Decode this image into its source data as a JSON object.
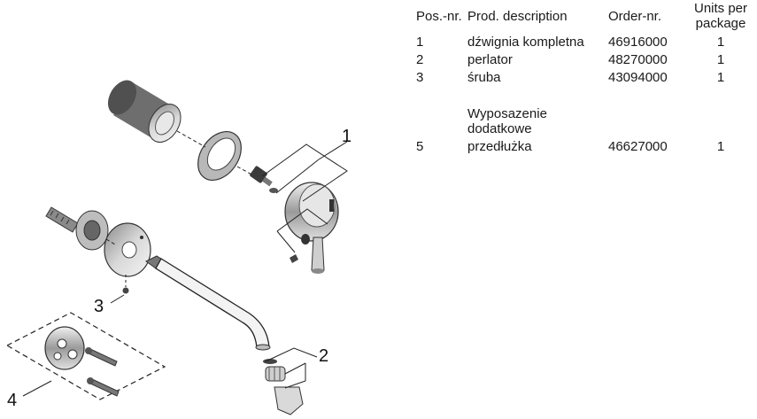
{
  "diagram": {
    "callouts": [
      "1",
      "2",
      "3",
      "4"
    ]
  },
  "parts_table": {
    "headers": {
      "pos": "Pos.-nr.",
      "desc": "Prod. description",
      "order": "Order-nr.",
      "units": "Units per package"
    },
    "rows": [
      {
        "pos": "1",
        "desc": "dźwignia kompletna",
        "order": "46916000",
        "units": "1"
      },
      {
        "pos": "2",
        "desc": "perlator",
        "order": "48270000",
        "units": "1"
      },
      {
        "pos": "3",
        "desc": "śruba",
        "order": "43094000",
        "units": "1"
      }
    ],
    "accessories": {
      "heading": "Wyposazenie dodatkowe",
      "rows": [
        {
          "pos": "5",
          "desc": "przedłużka",
          "order": "46627000",
          "units": "1"
        }
      ]
    }
  }
}
